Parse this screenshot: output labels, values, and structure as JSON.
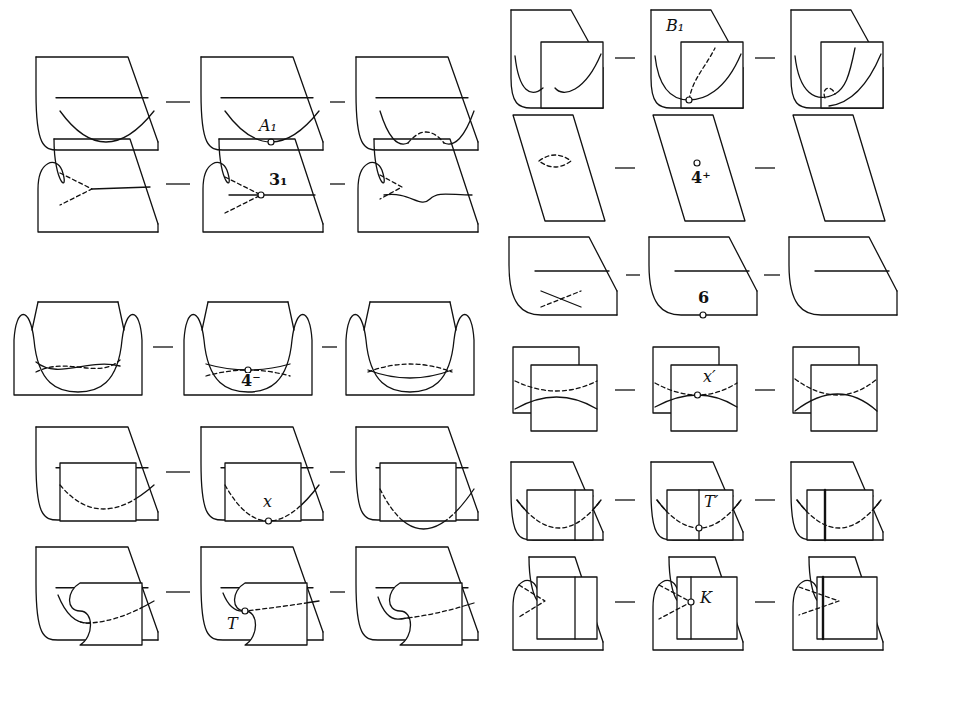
{
  "diagram": {
    "labels": [
      "A₁",
      "3₁",
      "4⁻",
      "x",
      "T",
      "B₁",
      "4⁺",
      "6",
      "x′",
      "T′",
      "K"
    ]
  }
}
